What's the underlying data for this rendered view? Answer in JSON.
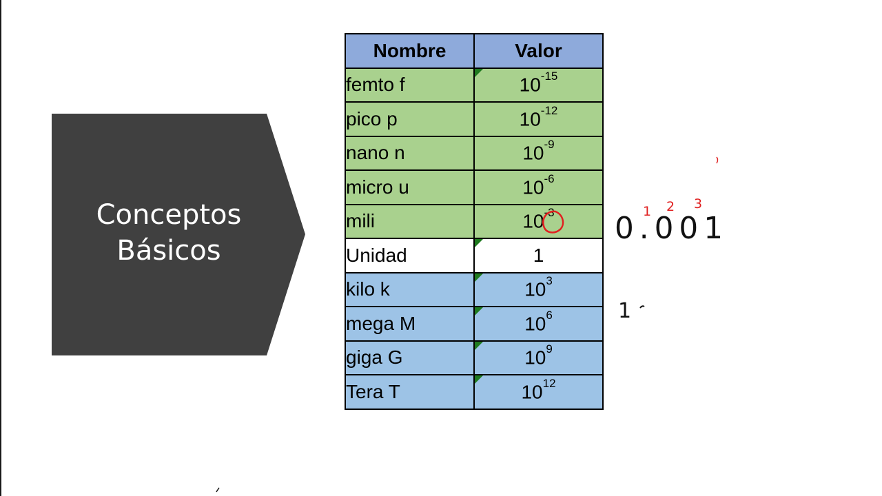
{
  "slide": {
    "title_line1": "Conceptos",
    "title_line2": "Básicos"
  },
  "table": {
    "headers": [
      "Nombre",
      "Valor"
    ],
    "rows": [
      {
        "name": "femto f",
        "base": "10",
        "exp": "-15",
        "group": "sub",
        "flag": true
      },
      {
        "name": "pico p",
        "base": "10",
        "exp": "-12",
        "group": "sub",
        "flag": false
      },
      {
        "name": "nano n",
        "base": "10",
        "exp": "-9",
        "group": "sub",
        "flag": false
      },
      {
        "name": "micro u",
        "base": "10",
        "exp": "-6",
        "group": "sub",
        "flag": false
      },
      {
        "name": "mili",
        "base": "10",
        "exp": "-3",
        "group": "sub",
        "flag": false
      },
      {
        "name": "Unidad",
        "base": "1",
        "exp": "",
        "group": "unit",
        "flag": true
      },
      {
        "name": "kilo k",
        "base": "10",
        "exp": "3",
        "group": "big",
        "flag": true
      },
      {
        "name": "mega M",
        "base": "10",
        "exp": "6",
        "group": "big",
        "flag": true
      },
      {
        "name": "giga G",
        "base": "10",
        "exp": "9",
        "group": "big",
        "flag": true
      },
      {
        "name": "Tera T",
        "base": "10",
        "exp": "12",
        "group": "big",
        "flag": true
      }
    ]
  },
  "annotations": {
    "counters": [
      "1",
      "2",
      "3"
    ],
    "decimal": "0.001",
    "kilo_partial": "1"
  },
  "colors": {
    "header": "#8eaadb",
    "submultiple": "#a9d18e",
    "unit": "#ffffff",
    "multiple": "#9dc3e6",
    "chevron": "#404040",
    "ink_red": "#e02020",
    "ink_black": "#111111"
  }
}
